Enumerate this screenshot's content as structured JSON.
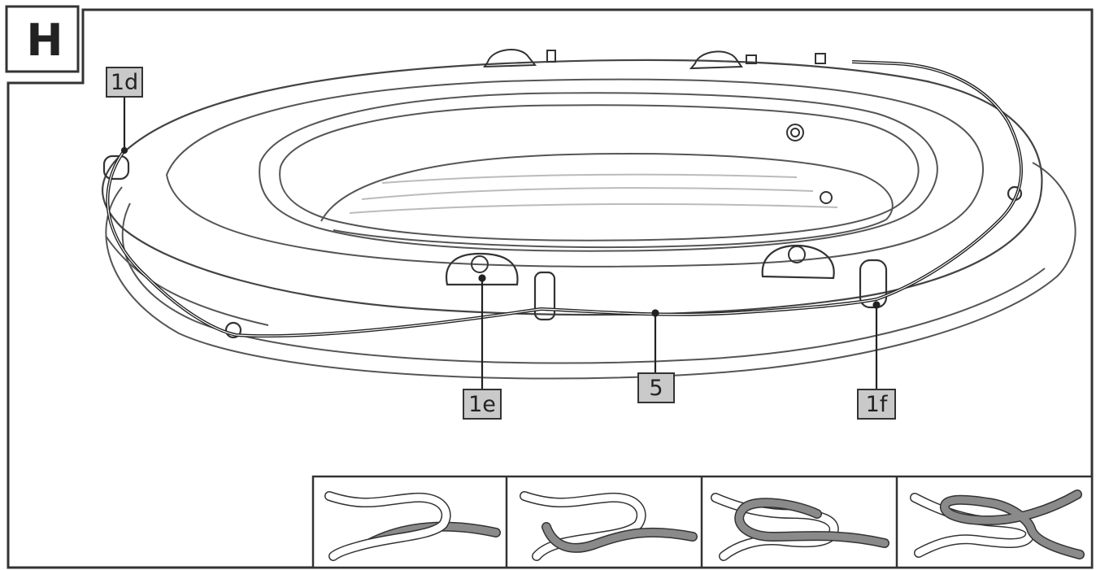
{
  "step": {
    "letter": "H"
  },
  "callouts": {
    "c1d": "1d",
    "c1e": "1e",
    "c5": "5",
    "c1f": "1f"
  },
  "colors": {
    "line": "#333333",
    "label_fill": "#c9c9c9",
    "rope_grey": "#8a8a8a"
  },
  "knot_panels": [
    "knot-step-1",
    "knot-step-2",
    "knot-step-3",
    "knot-step-4"
  ]
}
